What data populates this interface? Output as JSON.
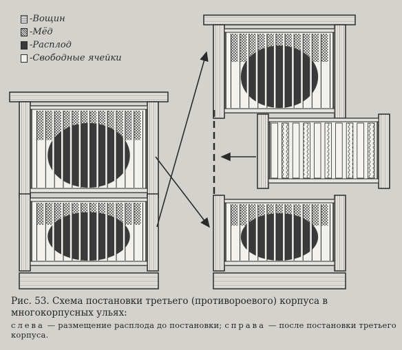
{
  "legend": {
    "items": [
      {
        "label": "Вощин",
        "icon": "wax-foundation-swatch"
      },
      {
        "label": "Мёд",
        "icon": "honey-swatch"
      },
      {
        "label": "Расплод",
        "icon": "brood-swatch"
      },
      {
        "label": "Свободные ячейки",
        "icon": "free-cells-swatch"
      }
    ]
  },
  "caption": {
    "title": "Рис. 53.  Схема постановки третьего (противороевого) корпуса в многокорпусных ульях:",
    "left_word": "слева",
    "left_text": " — размещение расплода до постановки; ",
    "right_word": "справа",
    "right_text": " — после постановки третьего корпуса."
  },
  "colors": {
    "background": "#d4d2cc",
    "ink": "#2a2a2a",
    "wood": "#e6e4de",
    "brood": "#3a3a3a"
  }
}
